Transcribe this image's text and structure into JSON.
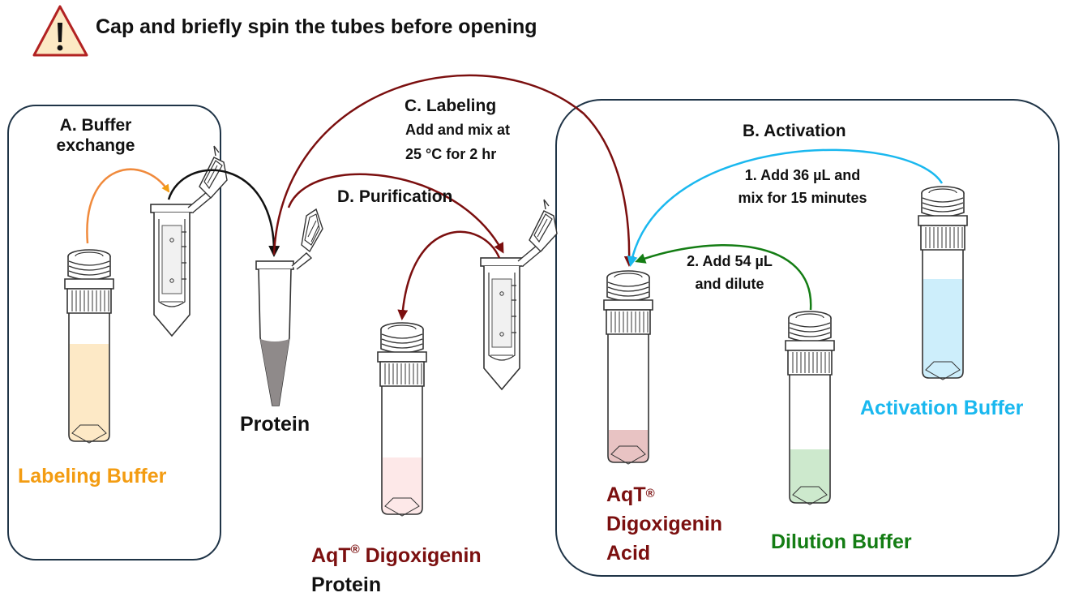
{
  "warning": {
    "icon": "warning-triangle-icon",
    "text": "Cap and briefly spin the tubes before opening"
  },
  "steps": {
    "a": {
      "title_line1": "A. Buffer",
      "title_line2": "exchange"
    },
    "b": {
      "title": "B. Activation"
    },
    "c": {
      "title": "C. Labeling",
      "detail_line1": "Add and mix at",
      "detail_line2": "25 °C for 2 hr"
    },
    "d": {
      "title": "D. Purification"
    },
    "b1": {
      "line1": "1. Add 36 µL and",
      "line2": "mix for 15 minutes"
    },
    "b2": {
      "line1": "2. Add 54 µL",
      "line2": "and dilute"
    }
  },
  "labels": {
    "labeling_buffer": "Labeling Buffer",
    "protein": "Protein",
    "product_name": "AqT",
    "product_mark": "®",
    "product_suffix": " Digoxigenin",
    "product_protein_line2": "Protein",
    "acid_line2": "Digoxigenin",
    "acid_line3": "Acid",
    "dilution_buffer": "Dilution Buffer",
    "activation_buffer": "Activation Buffer"
  },
  "colors": {
    "orange": "#f39c12",
    "dark_red": "#7b0f0f",
    "blue": "#1ab8ef",
    "green": "#147d14",
    "black": "#111111",
    "warning_fill": "#fce9c4",
    "warning_stroke": "#b22222"
  }
}
